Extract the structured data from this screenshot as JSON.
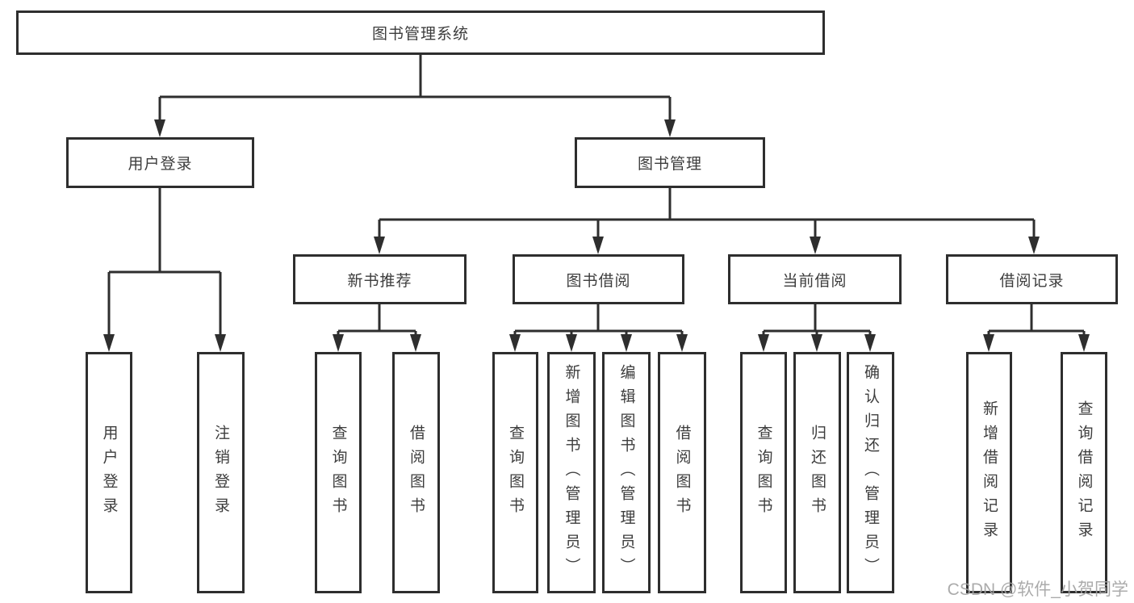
{
  "tree": {
    "root": {
      "label": "图书管理系统",
      "children": [
        {
          "label": "用户登录",
          "children": [
            {
              "label": "用户登录"
            },
            {
              "label": "注销登录"
            }
          ]
        },
        {
          "label": "图书管理",
          "children": [
            {
              "label": "新书推荐",
              "children": [
                {
                  "label": "查询图书"
                },
                {
                  "label": "借阅图书"
                }
              ]
            },
            {
              "label": "图书借阅",
              "children": [
                {
                  "label": "查询图书"
                },
                {
                  "label": "新增图书（管理员）"
                },
                {
                  "label": "编辑图书（管理员）"
                },
                {
                  "label": "借阅图书"
                }
              ]
            },
            {
              "label": "当前借阅",
              "children": [
                {
                  "label": "查询图书"
                },
                {
                  "label": "归还图书"
                },
                {
                  "label": "确认归还（管理员）"
                }
              ]
            },
            {
              "label": "借阅记录",
              "children": [
                {
                  "label": "新增借阅记录"
                },
                {
                  "label": "查询借阅记录"
                }
              ]
            }
          ]
        }
      ]
    }
  },
  "watermark": {
    "text": "CSDN @软件_小贺同学"
  },
  "colors": {
    "line": "#2e2e2e",
    "text": "#3d3d3d",
    "watermark": "#a3a3a3",
    "background": "#ffffff"
  }
}
